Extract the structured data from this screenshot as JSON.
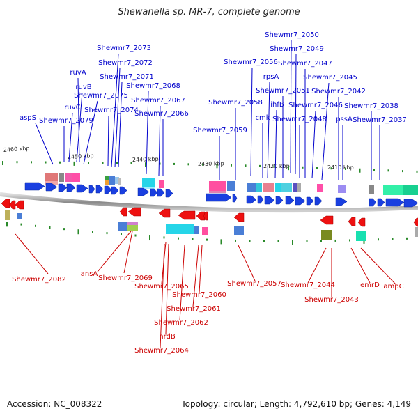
{
  "title": "Shewanella sp. MR-7, complete genome",
  "accession": "Accession: NC_008322",
  "summary": "Topology: circular; Length: 4,792,610 bp; Genes: 4,149",
  "colors": {
    "forward_label": "#0000cc",
    "reverse_label": "#cc0000",
    "forward_arrow": "#1a3fe0",
    "reverse_arrow": "#ee1111",
    "backbone": "#999999"
  },
  "scale_labels": [
    "2460 kbp",
    "2450 kbp",
    "2440 kbp",
    "2430 kbp",
    "2420 kbp",
    "2410 kbp"
  ],
  "forward_genes": [
    "aspS",
    "Shewmr7_2079",
    "ruvC",
    "ruvB",
    "ruvA",
    "Shewmr7_2075",
    "Shewmr7_2074",
    "Shewmr7_2073",
    "Shewmr7_2072",
    "Shewmr7_2071",
    "Shewmr7_2068",
    "Shewmr7_2067",
    "Shewmr7_2066",
    "Shewmr7_2059",
    "Shewmr7_2058",
    "Shewmr7_2056",
    "cmk",
    "rpsA",
    "ihfB",
    "Shewmr7_2051",
    "Shewmr7_2050",
    "Shewmr7_2049",
    "Shewmr7_2048",
    "Shewmr7_2047",
    "Shewmr7_2046",
    "Shewmr7_2045",
    "Shewmr7_2042",
    "pssA",
    "Shewmr7_2038",
    "Shewmr7_2037"
  ],
  "reverse_genes": [
    "Shewmr7_2082",
    "ansA",
    "Shewmr7_2069",
    "Shewmr7_2065",
    "Shewmr7_2060",
    "Shewmr7_2061",
    "Shewmr7_2062",
    "nrdB",
    "Shewmr7_2064",
    "Shewmr7_2057",
    "Shewmr7_2044",
    "Shewmr7_2043",
    "emrD",
    "ampC"
  ]
}
